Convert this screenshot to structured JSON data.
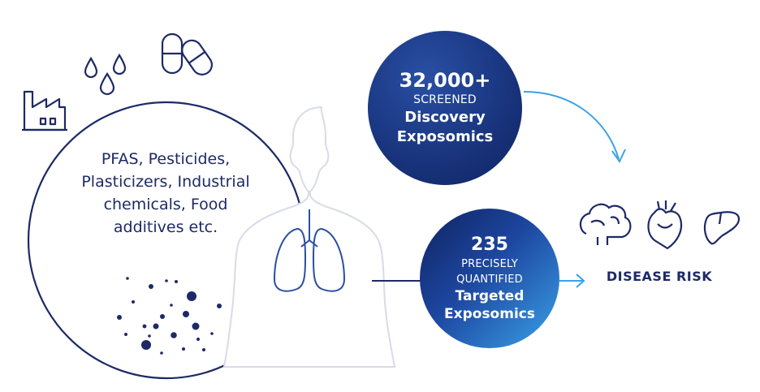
{
  "chemicals": {
    "text": "PFAS, Pesticides, Plasticizers, Industrial chemicals, Food additives etc."
  },
  "discovery": {
    "number": "32,000+",
    "caption": "SCREENED",
    "label_line1": "Discovery",
    "label_line2": "Exposomics"
  },
  "targeted": {
    "number": "235",
    "caption_line1": "PRECISELY",
    "caption_line2": "QUANTIFIED",
    "label_line1": "Targeted",
    "label_line2": "Exposomics"
  },
  "outcome": {
    "label": "DISEASE RISK"
  },
  "icons": [
    "factory-icon",
    "droplets-icon",
    "pills-icon",
    "brain-icon",
    "heart-icon",
    "liver-icon"
  ],
  "colors": {
    "navy": "#1d2a66",
    "bubble_dark": "#0f2260",
    "accent_light_blue": "#3aa2e8",
    "line_gray": "#d9dbe6"
  }
}
